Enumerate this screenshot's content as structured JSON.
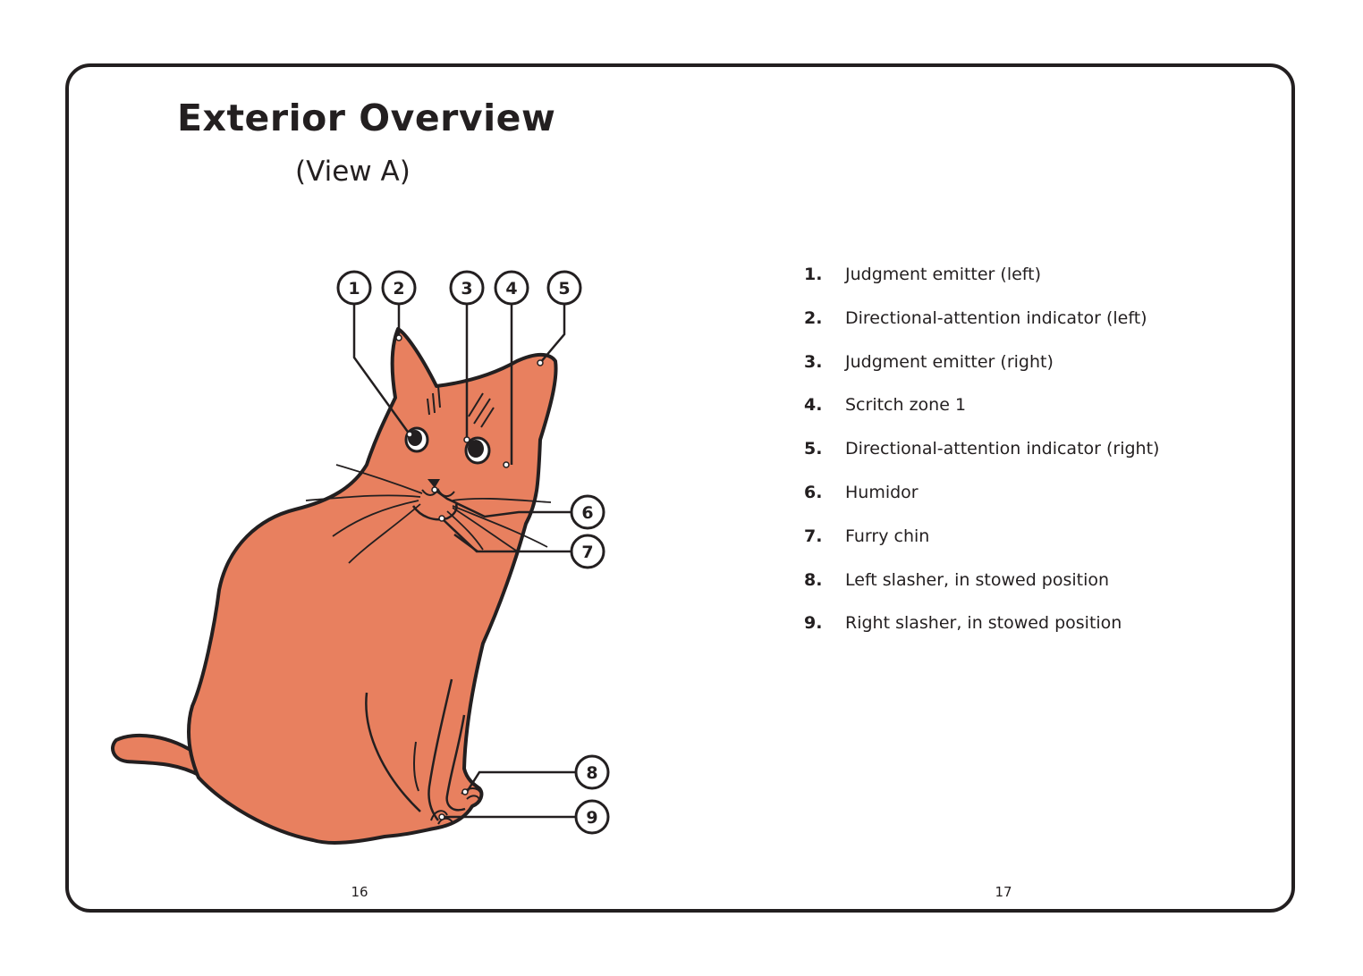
{
  "page": {
    "title": "Exterior Overview",
    "subtitle": "(View A)",
    "page_left": "16",
    "page_right": "17"
  },
  "colors": {
    "fur": "#e8805f",
    "outline": "#231f20",
    "background": "#ffffff"
  },
  "callouts": [
    {
      "num": "1",
      "label": "Judgment emitter (left)"
    },
    {
      "num": "2",
      "label": "Directional-attention indicator (left)"
    },
    {
      "num": "3",
      "label": "Judgment emitter (right)"
    },
    {
      "num": "4",
      "label": "Scritch zone 1"
    },
    {
      "num": "5",
      "label": "Directional-attention indicator (right)"
    },
    {
      "num": "6",
      "label": "Humidor"
    },
    {
      "num": "7",
      "label": "Furry chin"
    },
    {
      "num": "8",
      "label": "Left slasher, in stowed position"
    },
    {
      "num": "9",
      "label": "Right slasher, in stowed position"
    }
  ],
  "legend": [
    {
      "num": "1.",
      "label": "Judgment emitter (left)"
    },
    {
      "num": "2.",
      "label": "Directional-attention indicator (left)"
    },
    {
      "num": "3.",
      "label": "Judgment emitter (right)"
    },
    {
      "num": "4.",
      "label": "Scritch zone 1"
    },
    {
      "num": "5.",
      "label": "Directional-attention indicator (right)"
    },
    {
      "num": "6.",
      "label": "Humidor"
    },
    {
      "num": "7.",
      "label": "Furry chin"
    },
    {
      "num": "8.",
      "label": "Left slasher, in stowed position"
    },
    {
      "num": "9.",
      "label": "Right slasher, in stowed position"
    }
  ]
}
